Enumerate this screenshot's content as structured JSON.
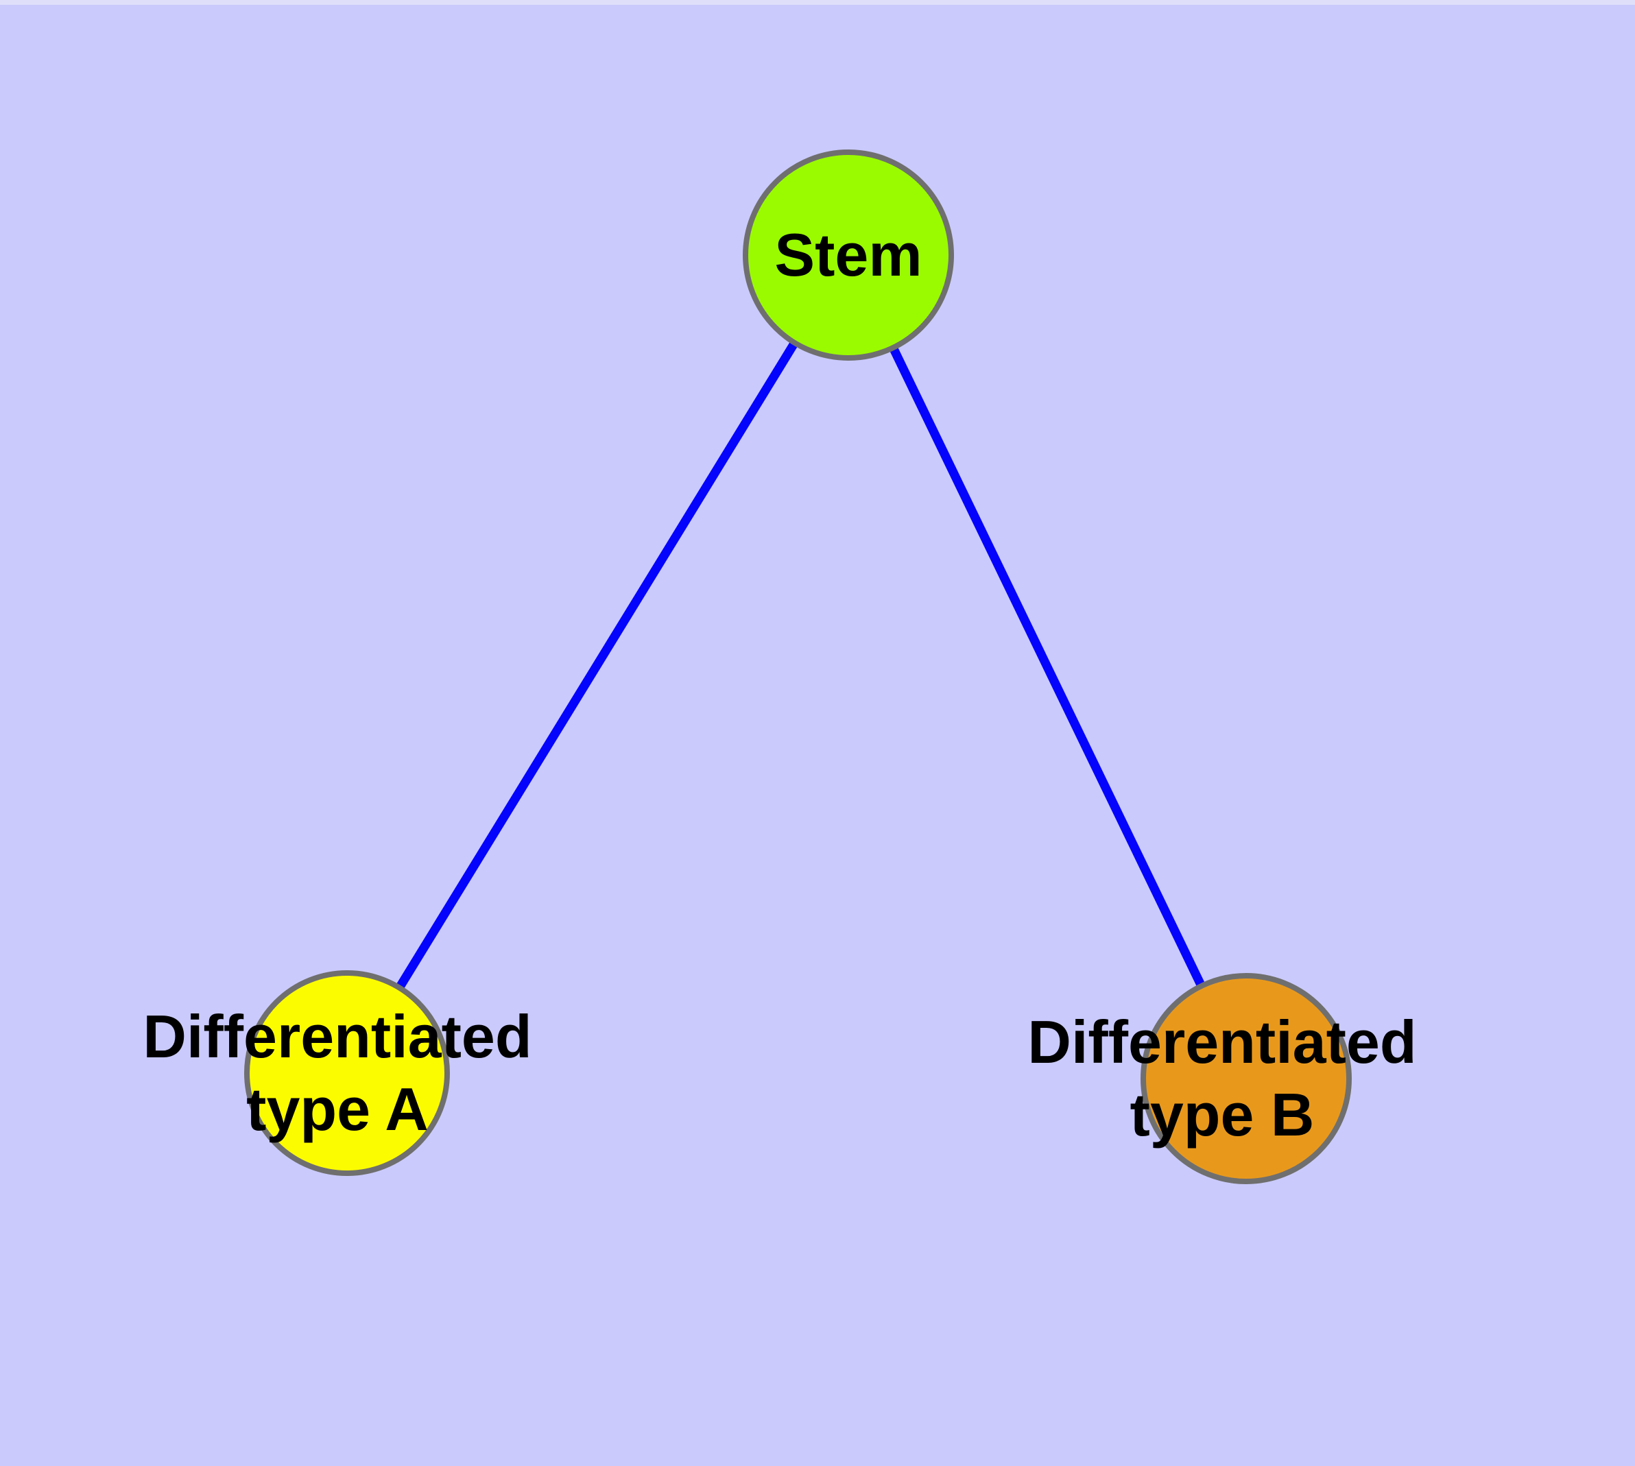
{
  "diagram": {
    "background_color": "#CACAFC",
    "top_edge_highlight_color": "#DFDFFA",
    "edge_color": "#0404FC",
    "node_border_color": "#6F6F6F",
    "label_color": "#000000",
    "nodes": [
      {
        "id": "stem",
        "label": "Stem",
        "fill_color": "#9AFB00"
      },
      {
        "id": "differentiated-type-a",
        "label": "Differentiated\ntype A",
        "fill_color": "#FCFC00"
      },
      {
        "id": "differentiated-type-b",
        "label": "Differentiated\ntype B",
        "fill_color": "#E8991C"
      }
    ],
    "edges": [
      {
        "from": "Stem",
        "to": "Differentiated type A"
      },
      {
        "from": "Stem",
        "to": "Differentiated type B"
      }
    ]
  }
}
